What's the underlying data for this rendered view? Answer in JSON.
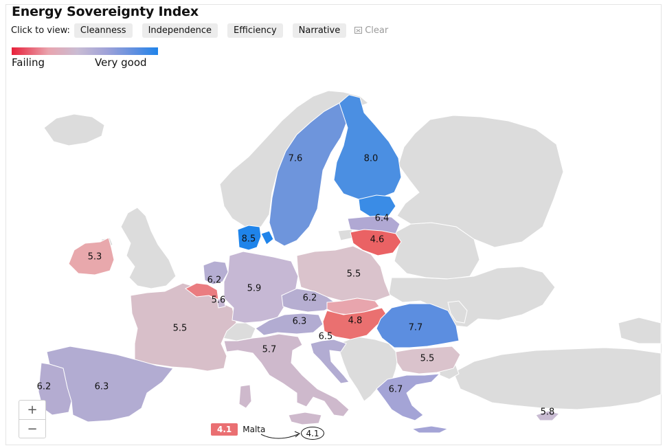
{
  "title": "Energy Sovereignty Index",
  "view_prompt": "Click to view:",
  "view_buttons": [
    "Cleanness",
    "Independence",
    "Efficiency",
    "Narrative"
  ],
  "clear_label": "Clear",
  "legend": {
    "low": "Failing",
    "high": "Very good"
  },
  "zoom": {
    "in": "+",
    "out": "−"
  },
  "colors": {
    "failing": "#e8203a",
    "very_good": "#1f84ea",
    "no_data": "#dcdcdc",
    "water": "#ffffff"
  },
  "countries": [
    {
      "id": "ireland",
      "value": "5.3",
      "color": "#e8a8ac"
    },
    {
      "id": "france",
      "value": "5.5",
      "color": "#d8bfc9"
    },
    {
      "id": "spain",
      "value": "6.3",
      "color": "#b2acd2"
    },
    {
      "id": "portugal",
      "value": "6.2",
      "color": "#b4acd1"
    },
    {
      "id": "belgium",
      "value": "5.6",
      "color": "#ea7c80"
    },
    {
      "id": "netherlands",
      "value": "6.2",
      "color": "#b5aed2"
    },
    {
      "id": "germany",
      "value": "5.9",
      "color": "#c6b8d4"
    },
    {
      "id": "denmark",
      "value": "8.5",
      "color": "#1f84ea"
    },
    {
      "id": "sweden",
      "value": "7.6",
      "color": "#6e95dc"
    },
    {
      "id": "finland",
      "value": "8.0",
      "color": "#4b8fe2"
    },
    {
      "id": "estonia",
      "value": "",
      "color": "#3a8ce6"
    },
    {
      "id": "latvia",
      "value": "6.4",
      "color": "#b0a8d3"
    },
    {
      "id": "lithuania",
      "value": "4.6",
      "color": "#ea6264"
    },
    {
      "id": "poland",
      "value": "5.5",
      "color": "#dac3cc"
    },
    {
      "id": "czechia",
      "value": "6.2",
      "color": "#b6aed1"
    },
    {
      "id": "austria",
      "value": "6.3",
      "color": "#b2acd2"
    },
    {
      "id": "slovakia",
      "value": "",
      "color": "#e8a5ad"
    },
    {
      "id": "hungary",
      "value": "4.8",
      "color": "#ea7070"
    },
    {
      "id": "slovenia",
      "value": "6.5",
      "color": "#aea7d2"
    },
    {
      "id": "croatia",
      "value": "",
      "color": "#b2acd2"
    },
    {
      "id": "italy",
      "value": "5.7",
      "color": "#ceb9cc"
    },
    {
      "id": "romania",
      "value": "7.7",
      "color": "#5c8ee0"
    },
    {
      "id": "bulgaria",
      "value": "5.5",
      "color": "#dac3cc"
    },
    {
      "id": "greece",
      "value": "6.7",
      "color": "#a4a4d6"
    },
    {
      "id": "cyprus",
      "value": "5.8",
      "color": "#c9bcd3"
    },
    {
      "id": "luxembourg",
      "value": "",
      "color": "#c6b8d4"
    }
  ],
  "malta": {
    "value": "4.1",
    "name": "Malta",
    "color": "#ea6f72"
  }
}
